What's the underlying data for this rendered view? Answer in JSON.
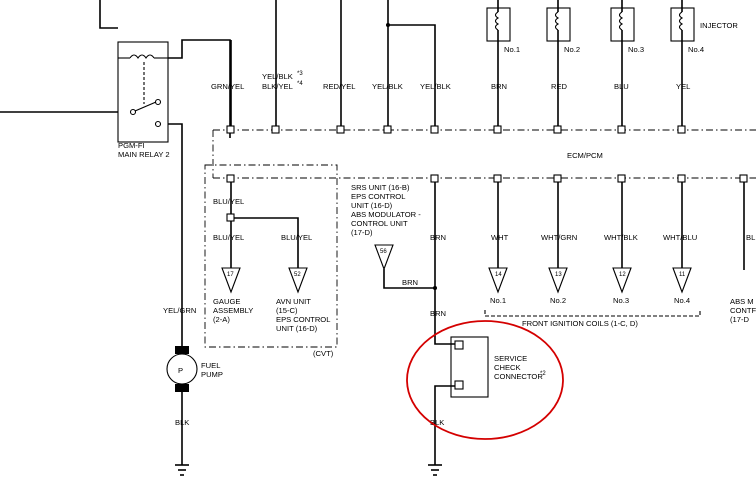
{
  "relay": {
    "name_line1": "PGM-FI",
    "name_line2": "MAIN RELAY 2"
  },
  "injector_label": "INJECTOR",
  "injectors": [
    {
      "label": "No.1",
      "wire": "BRN"
    },
    {
      "label": "No.2",
      "wire": "RED"
    },
    {
      "label": "No.3",
      "wire": "BLU"
    },
    {
      "label": "No.4",
      "wire": "YEL"
    }
  ],
  "top_wires": {
    "grn_yel": "GRN/YEL",
    "yel_blk_line1": "YEL/BLK",
    "yel_blk_note1": "*3",
    "yel_blk_line2": "BLK/YEL",
    "yel_blk_note2": "*4",
    "red_yel": "RED/YEL",
    "yel_blk": "YEL/BLK",
    "yel_blk_2": "YEL/BLK"
  },
  "ecm_label": "ECM/PCM",
  "cvt_box": {
    "wire_top": "BLU/YEL",
    "wire_left": "BLU/YEL",
    "wire_right": "BLU/YEL",
    "pin_left": "17",
    "pin_right": "52",
    "gauge_line1": "GAUGE",
    "gauge_line2": "ASSEMBLY",
    "gauge_line3": "(2-A)",
    "avn_line1": "AVN UNIT",
    "avn_line2": "(15-C)",
    "eps_line1": "EPS CONTROL",
    "eps_line2": "UNIT (16-D)",
    "tag": "(CVT)"
  },
  "srs_note": {
    "line1": "SRS UNIT (16-B)",
    "line2": "EPS CONTROL",
    "line3": "UNIT (16-D)",
    "line4": "ABS MODULATOR -",
    "line5": "CONTROL UNIT",
    "line6": "(17-D)",
    "pin": "56",
    "wire": "BRN"
  },
  "center_wires": {
    "brn_upper": "BRN",
    "brn_lower": "BRN",
    "blk": "BLK"
  },
  "service_check": {
    "line1": "SERVICE",
    "line2": "CHECK",
    "line3": "CONNECTOR",
    "note": "*2"
  },
  "coils": [
    {
      "wire": "WHT",
      "pin": "14",
      "label": "No.1"
    },
    {
      "wire": "WHT/GRN",
      "pin": "13",
      "label": "No.2"
    },
    {
      "wire": "WHT/BLK",
      "pin": "12",
      "label": "No.3"
    },
    {
      "wire": "WHT/BLU",
      "pin": "11",
      "label": "No.4"
    }
  ],
  "coil_group_label": "FRONT IGNITION COILS (1-C, D)",
  "right_cut": {
    "wire": "BL",
    "abs1": "ABS M",
    "abs2": "CONTF",
    "abs3": "(17-D"
  },
  "fuel_pump": {
    "wire_top": "YEL/GRN",
    "line1": "FUEL",
    "line2": "PUMP",
    "wire_bottom": "BLK",
    "symbol": "P"
  },
  "highlight_color": "#d40000"
}
